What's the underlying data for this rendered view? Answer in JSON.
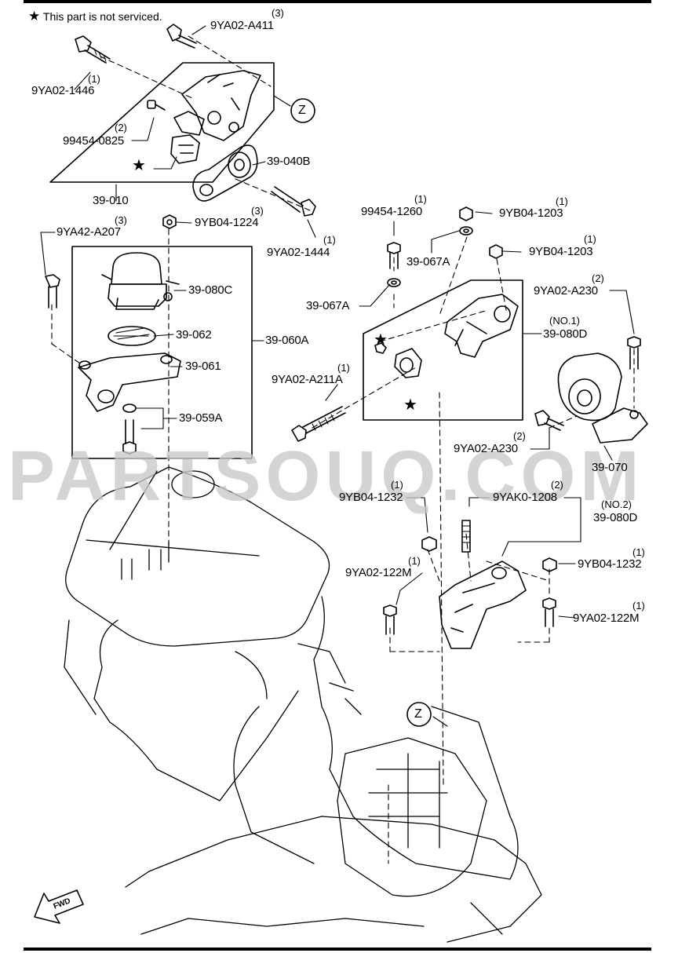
{
  "note": {
    "star": "★",
    "text": "This part is not serviced."
  },
  "watermark": "PARTSOUQ.COM",
  "view_marker": "Z",
  "fwd_label": "FWD",
  "star_symbol": "★",
  "colors": {
    "ink": "#000000",
    "watermark": "#c9c9c9"
  },
  "callouts": {
    "p9ya02_a411": {
      "part": "9YA02-A411",
      "qty": "(3)"
    },
    "p9ya02_1446": {
      "part": "9YA02-1446",
      "qty": "(1)"
    },
    "p99454_0825": {
      "part": "99454-0825",
      "qty": "(2)"
    },
    "p39_040b": {
      "part": "39-040B"
    },
    "p39_010": {
      "part": "39-010"
    },
    "p9yb04_1224": {
      "part": "9YB04-1224",
      "qty": "(3)"
    },
    "p9ya42_a207": {
      "part": "9YA42-A207",
      "qty": "(3)"
    },
    "p9ya02_1444": {
      "part": "9YA02-1444",
      "qty": "(1)"
    },
    "p39_080c": {
      "part": "39-080C"
    },
    "p39_062": {
      "part": "39-062"
    },
    "p39_060a": {
      "part": "39-060A"
    },
    "p39_061": {
      "part": "39-061"
    },
    "p39_059a": {
      "part": "39-059A"
    },
    "p99454_1260": {
      "part": "99454-1260",
      "qty": "(1)"
    },
    "p9yb04_1203_a": {
      "part": "9YB04-1203",
      "qty": "(1)"
    },
    "p39_067a_a": {
      "part": "39-067A"
    },
    "p9yb04_1203_b": {
      "part": "9YB04-1203",
      "qty": "(1)"
    },
    "p39_067a_b": {
      "part": "39-067A"
    },
    "p9ya02_a230_a": {
      "part": "9YA02-A230",
      "qty": "(2)"
    },
    "p39_080d_1": {
      "part": "39-080D",
      "qty": "(NO.1)"
    },
    "p9ya02_a211a": {
      "part": "9YA02-A211A",
      "qty": "(1)"
    },
    "p9ya02_a230_b": {
      "part": "9YA02-A230",
      "qty": "(2)"
    },
    "p39_070": {
      "part": "39-070"
    },
    "p9yb04_1232_a": {
      "part": "9YB04-1232",
      "qty": "(1)"
    },
    "p9yak0_1208": {
      "part": "9YAK0-1208",
      "qty": "(2)"
    },
    "p39_080d_2": {
      "part": "39-080D",
      "qty": "(NO.2)"
    },
    "p9ya02_122m_a": {
      "part": "9YA02-122M",
      "qty": "(1)"
    },
    "p9yb04_1232_b": {
      "part": "9YB04-1232",
      "qty": "(1)"
    },
    "p9ya02_122m_b": {
      "part": "9YA02-122M",
      "qty": "(1)"
    }
  }
}
